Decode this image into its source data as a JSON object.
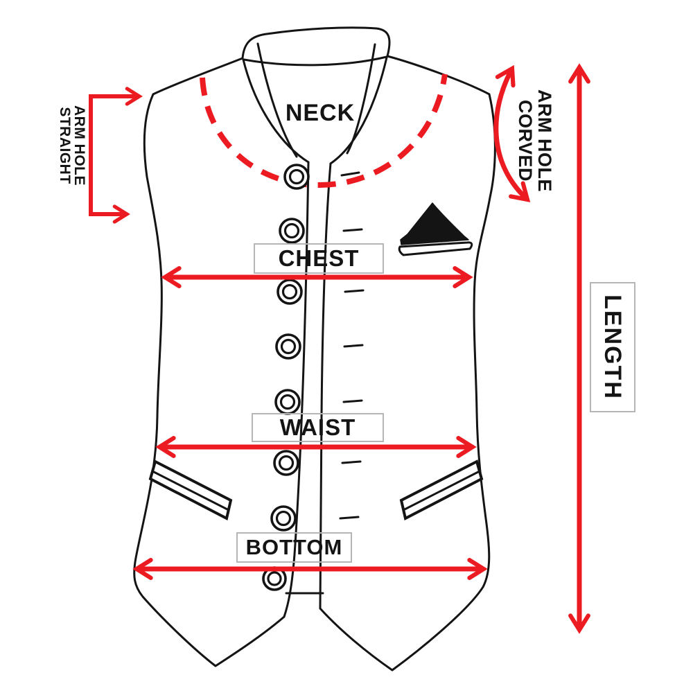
{
  "colors": {
    "arrow_red": "#ec1b22",
    "ink": "#141414",
    "box_border": "#b5b5b5"
  },
  "labels": {
    "neck": "NECK",
    "chest": "CHEST",
    "waist": "WAIST",
    "bottom": "BOTTOM",
    "length": "LENGTH",
    "armhole_straight": {
      "line1": "ARM HOLE",
      "line2": "STRAIGHT"
    },
    "armhole_curved": {
      "line1": "ARM HOLE",
      "line2": "CORVED"
    }
  }
}
